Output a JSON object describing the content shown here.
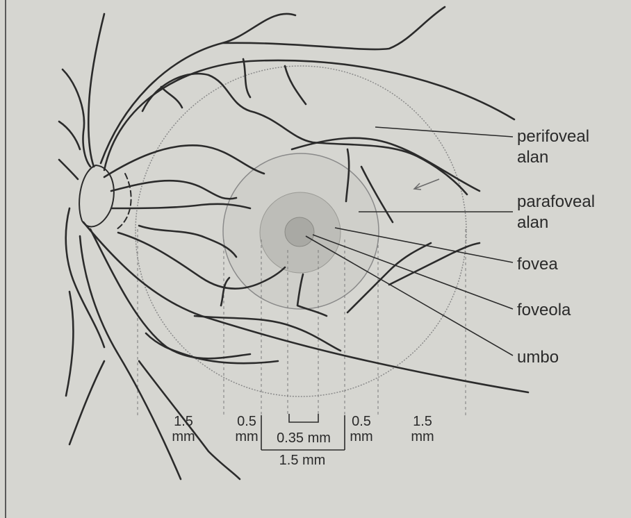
{
  "labels": {
    "perifoveal": "perifoveal\nalan",
    "parafoveal": "parafoveal\nalan",
    "fovea": "fovea",
    "foveola": "foveola",
    "umbo": "umbo"
  },
  "scale": {
    "left_outer_value": "1.5",
    "left_outer_unit": "mm",
    "left_inner_value": "0.5",
    "left_inner_unit": "mm",
    "center_value": "0.35 mm",
    "right_inner_value": "0.5",
    "right_inner_unit": "mm",
    "right_outer_value": "1.5",
    "right_outer_unit": "mm",
    "bottom_value": "1.5 mm"
  },
  "colors": {
    "background": "#d6d6d1",
    "vessel": "#2b2b2b",
    "ring_line": "#8a8a8a",
    "parafoveal_fill": "#cfcfca",
    "fovea_fill": "#bdbdb8",
    "foveola_fill": "#a9a9a4"
  }
}
